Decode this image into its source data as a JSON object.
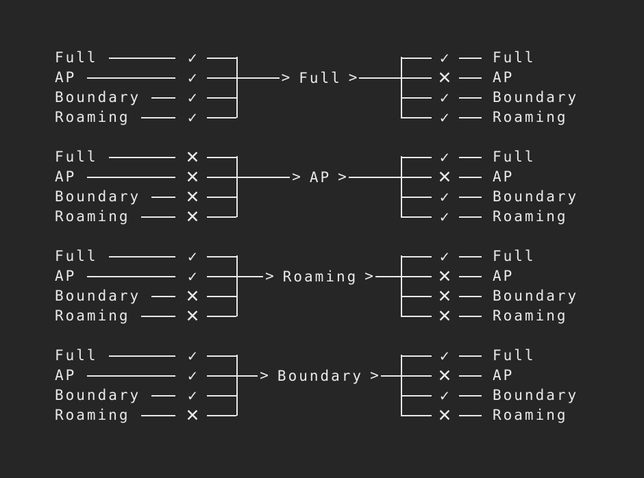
{
  "palette": {
    "background": "#262626",
    "foreground": "#e9e9e9"
  },
  "icons": {
    "check": "✓",
    "cross": "✕",
    "arrow": ">"
  },
  "groups": [
    {
      "center": "Full",
      "left": [
        {
          "label": "Full",
          "state": "check"
        },
        {
          "label": "AP",
          "state": "check"
        },
        {
          "label": "Boundary",
          "state": "check"
        },
        {
          "label": "Roaming",
          "state": "check"
        }
      ],
      "right": [
        {
          "label": "Full",
          "state": "check"
        },
        {
          "label": "AP",
          "state": "cross"
        },
        {
          "label": "Boundary",
          "state": "check"
        },
        {
          "label": "Roaming",
          "state": "check"
        }
      ]
    },
    {
      "center": "AP",
      "left": [
        {
          "label": "Full",
          "state": "cross"
        },
        {
          "label": "AP",
          "state": "cross"
        },
        {
          "label": "Boundary",
          "state": "cross"
        },
        {
          "label": "Roaming",
          "state": "cross"
        }
      ],
      "right": [
        {
          "label": "Full",
          "state": "check"
        },
        {
          "label": "AP",
          "state": "cross"
        },
        {
          "label": "Boundary",
          "state": "check"
        },
        {
          "label": "Roaming",
          "state": "check"
        }
      ]
    },
    {
      "center": "Roaming",
      "left": [
        {
          "label": "Full",
          "state": "check"
        },
        {
          "label": "AP",
          "state": "check"
        },
        {
          "label": "Boundary",
          "state": "cross"
        },
        {
          "label": "Roaming",
          "state": "cross"
        }
      ],
      "right": [
        {
          "label": "Full",
          "state": "check"
        },
        {
          "label": "AP",
          "state": "cross"
        },
        {
          "label": "Boundary",
          "state": "cross"
        },
        {
          "label": "Roaming",
          "state": "cross"
        }
      ]
    },
    {
      "center": "Boundary",
      "left": [
        {
          "label": "Full",
          "state": "check"
        },
        {
          "label": "AP",
          "state": "check"
        },
        {
          "label": "Boundary",
          "state": "check"
        },
        {
          "label": "Roaming",
          "state": "cross"
        }
      ],
      "right": [
        {
          "label": "Full",
          "state": "check"
        },
        {
          "label": "AP",
          "state": "cross"
        },
        {
          "label": "Boundary",
          "state": "check"
        },
        {
          "label": "Roaming",
          "state": "cross"
        }
      ]
    }
  ]
}
